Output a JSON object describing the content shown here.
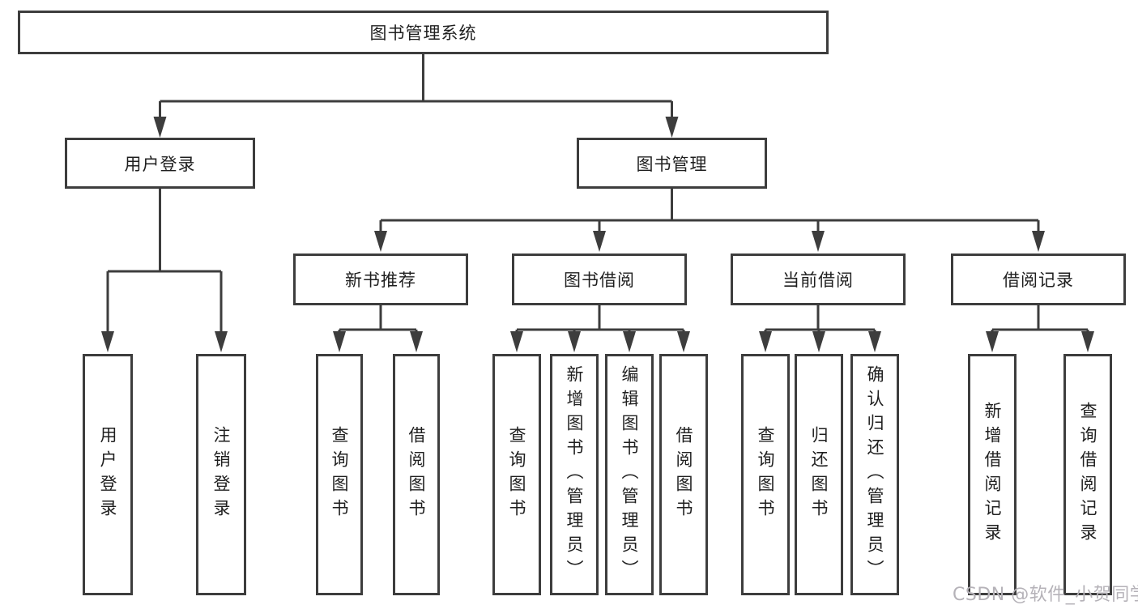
{
  "tree": {
    "root": {
      "label": "图书管理系统"
    },
    "children": [
      {
        "label": "用户登录",
        "children": [
          {
            "label": "用户登录"
          },
          {
            "label": "注销登录"
          }
        ]
      },
      {
        "label": "图书管理",
        "children": [
          {
            "label": "新书推荐",
            "children": [
              {
                "label": "查询图书"
              },
              {
                "label": "借阅图书"
              }
            ]
          },
          {
            "label": "图书借阅",
            "children": [
              {
                "label": "查询图书"
              },
              {
                "label": "新增图书（管理员）"
              },
              {
                "label": "编辑图书（管理员）"
              },
              {
                "label": "借阅图书"
              }
            ]
          },
          {
            "label": "当前借阅",
            "children": [
              {
                "label": "查询图书"
              },
              {
                "label": "归还图书"
              },
              {
                "label": "确认归还（管理员）"
              }
            ]
          },
          {
            "label": "借阅记录",
            "children": [
              {
                "label": "新增借阅记录"
              },
              {
                "label": "查询借阅记录"
              }
            ]
          }
        ]
      }
    ]
  },
  "watermark": {
    "text": "CSDN @软件_小贺同学"
  },
  "colors": {
    "line": "#3d3d3d",
    "text": "#1f1f1f",
    "background": "#ffffff",
    "watermark": "#b5b2b8"
  }
}
